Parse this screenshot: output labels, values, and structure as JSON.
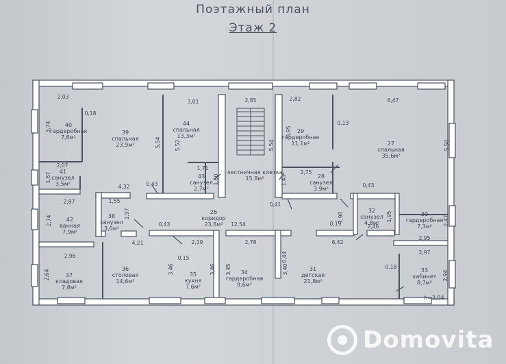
{
  "title": "Поэтажный план",
  "subtitle": "Этаж 2",
  "height_note": "h=3,04",
  "watermark": "Domovita",
  "rooms": [
    {
      "num": "40",
      "name": "гардеробная",
      "area": "7,6м²"
    },
    {
      "num": "39",
      "name": "спальная",
      "area": "23,9м²"
    },
    {
      "num": "44",
      "name": "спальная",
      "area": "13,3м²"
    },
    {
      "num": "29",
      "name": "гардеробная",
      "area": "11,1м²"
    },
    {
      "num": "27",
      "name": "спальная",
      "area": "35,6м²"
    },
    {
      "num": "41",
      "name": "санузел",
      "area": "3,5м²"
    },
    {
      "num": "43",
      "name": "санузел",
      "area": "2,7м²"
    },
    {
      "num": "",
      "name": "лестничная клетка",
      "area": "15,8м²"
    },
    {
      "num": "28",
      "name": "санузел",
      "area": "3,9м²"
    },
    {
      "num": "42",
      "name": "ванная",
      "area": "7,9м²"
    },
    {
      "num": "38",
      "name": "санузел",
      "area": "3,0м²"
    },
    {
      "num": "26",
      "name": "коридор",
      "area": "23,8м²"
    },
    {
      "num": "32",
      "name": "санузел",
      "area": "4,8м²"
    },
    {
      "num": "30",
      "name": "гардеробная",
      "area": "7,3м²"
    },
    {
      "num": "37",
      "name": "кладовая",
      "area": "7,8м²"
    },
    {
      "num": "36",
      "name": "столовая",
      "area": "14,6м²"
    },
    {
      "num": "35",
      "name": "кухня",
      "area": "7,6м²"
    },
    {
      "num": "34",
      "name": "гардеробная",
      "area": "9,6м²"
    },
    {
      "num": "31",
      "name": "детская",
      "area": "21,8м²"
    },
    {
      "num": "33",
      "name": "кабинет",
      "area": "8,7м²"
    }
  ],
  "dimensions": [
    "2,03",
    "3,01",
    "2,85",
    "2,82",
    "6,47",
    "0,18",
    "3,74",
    "5,54",
    "5,52",
    "3,95",
    "5,54",
    "0,13",
    "5,50",
    "2,07",
    "1,67",
    "1,71",
    "1,60",
    "2,75",
    "1,43",
    "0,43",
    "4,32",
    "0,43",
    "2,87",
    "1,55",
    "0,41",
    "2,74",
    "1,97",
    "0,43",
    "12,54",
    "0,19",
    "1,90",
    "1,95",
    "2,46",
    "2,47",
    "4,21",
    "2,19",
    "2,78",
    "6,42",
    "2,95",
    "2,96",
    "0,15",
    "0,44",
    "2,97",
    "2,64",
    "3,46",
    "3,46",
    "3,45",
    "3,40",
    "0,18",
    "2,94"
  ]
}
